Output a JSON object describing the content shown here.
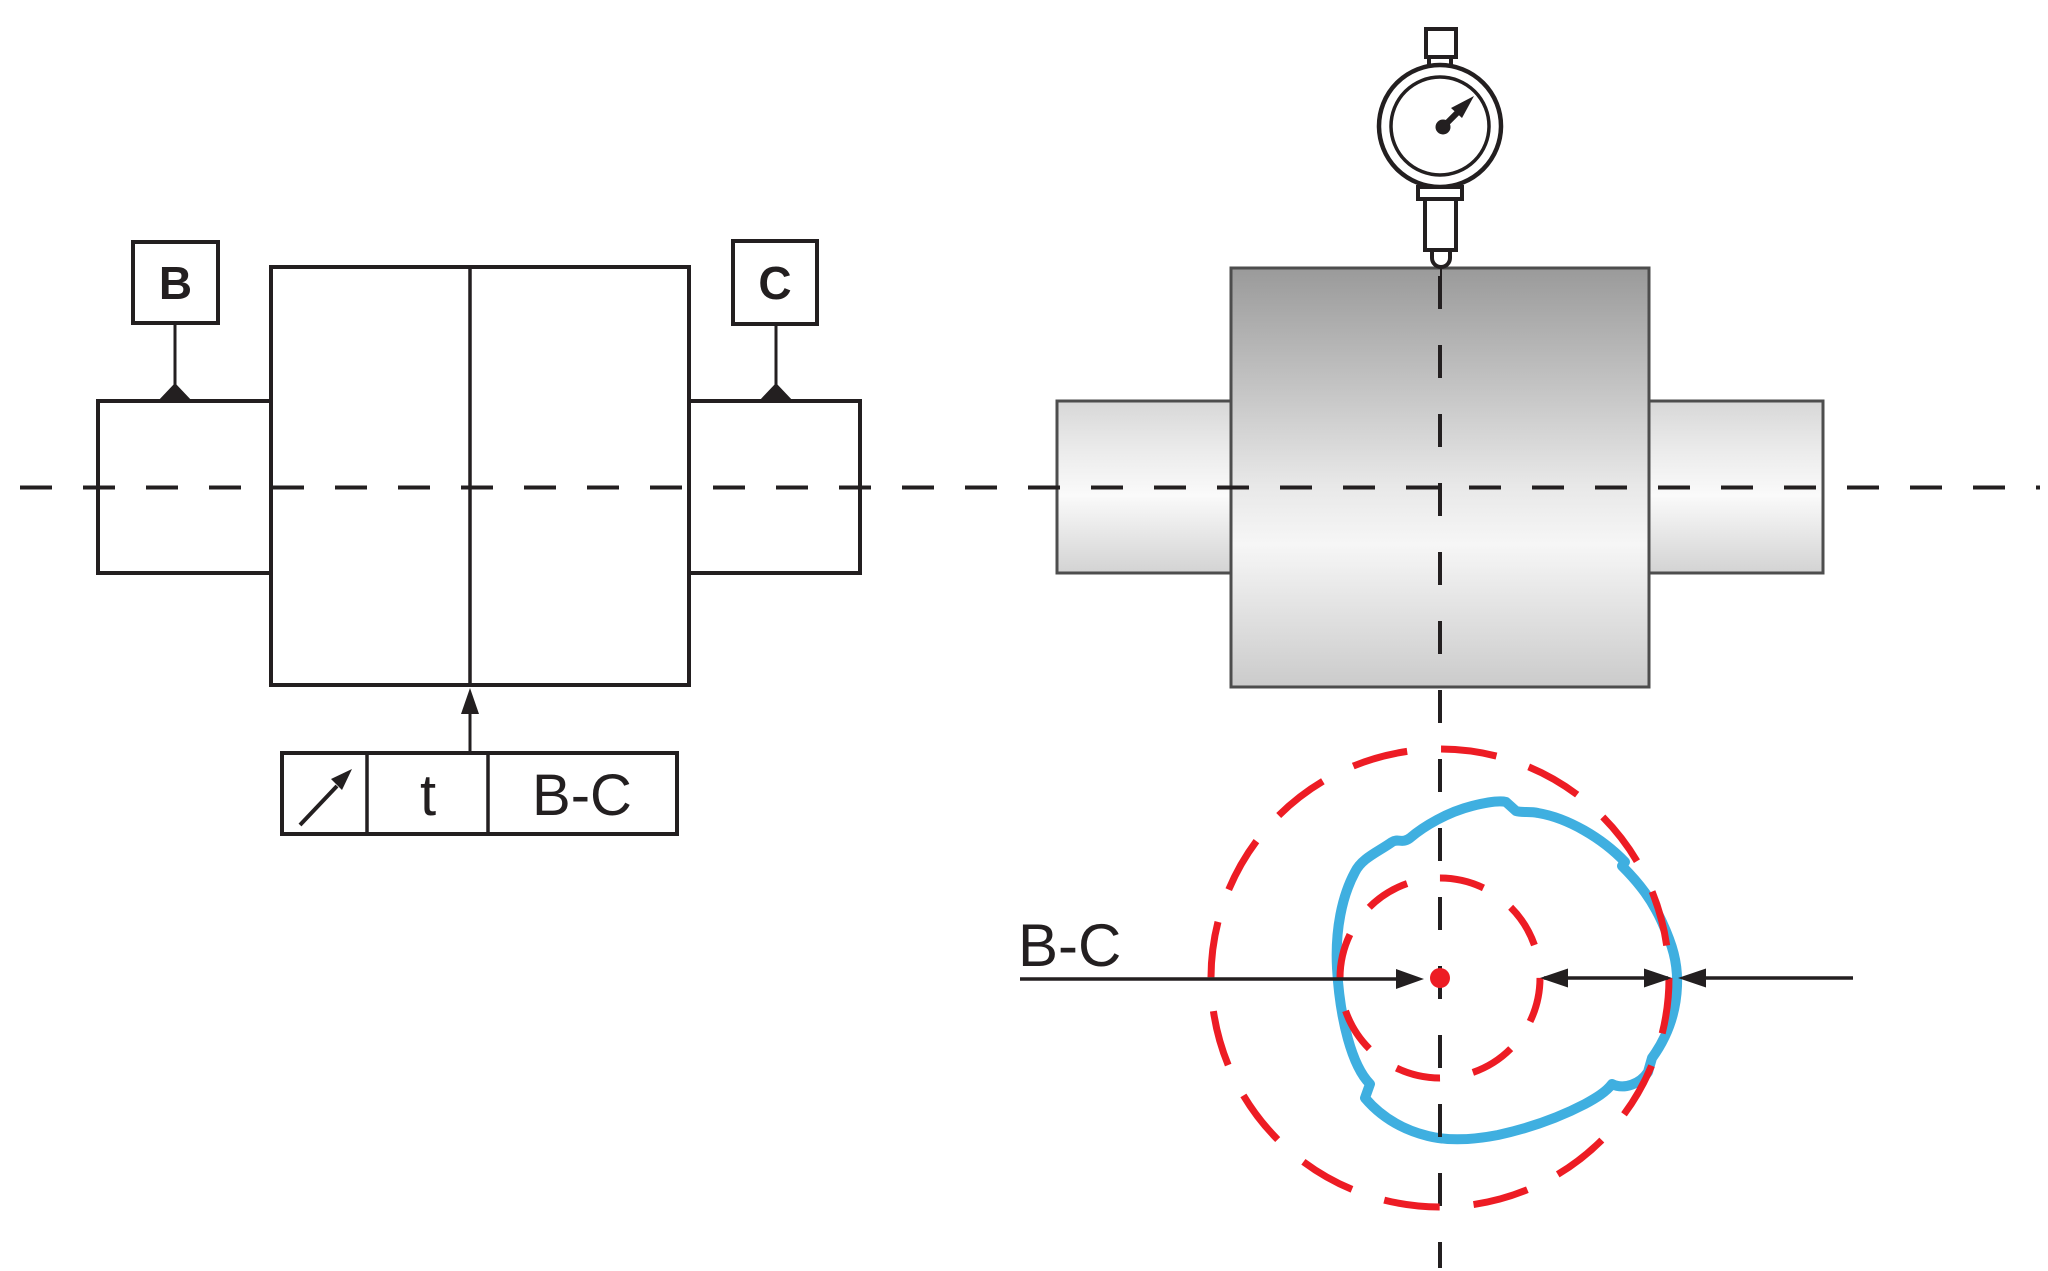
{
  "front_view": {
    "datum_b": {
      "label": "B"
    },
    "datum_c": {
      "label": "C"
    },
    "feature_control_frame": {
      "symbol_icon": "circular-runout-arrow-icon",
      "tolerance": "t",
      "datum_reference": "B-C"
    }
  },
  "section_view": {
    "axis_label": "B-C"
  },
  "colors": {
    "ink": "#231f20",
    "red": "#ed1c24",
    "blue": "#3fafe0",
    "block_dark": "#9a9a9a",
    "block_mid": "#e8e8e8",
    "block_light": "#f6f6f6",
    "block_bottom": "#cbcbcb",
    "stub_dark": "#d7d7d7",
    "stub_light": "#fafafa",
    "gray_outline": "#4d4d4d"
  }
}
